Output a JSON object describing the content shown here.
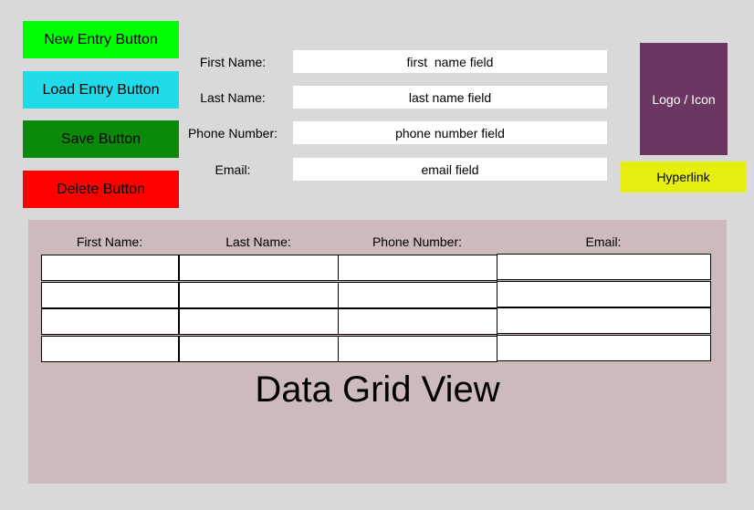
{
  "colors": {
    "background": "#d9d9d9",
    "new_entry": "#00ff00",
    "load_entry": "#22dbe9",
    "save": "#0a890a",
    "delete": "#ff0000",
    "logo": "#6b3762",
    "hyperlink": "#e6ef10",
    "grid_panel": "#cdbbbb"
  },
  "buttons": {
    "new_entry": "New Entry Button",
    "load_entry": "Load Entry Button",
    "save": "Save Button",
    "delete": "Delete Button"
  },
  "form": {
    "first_name": {
      "label": "First Name:",
      "value": "first  name field"
    },
    "last_name": {
      "label": "Last Name:",
      "value": "last name field"
    },
    "phone": {
      "label": "Phone Number:",
      "value": "phone number field"
    },
    "email": {
      "label": "Email:",
      "value": "email field"
    }
  },
  "logo": {
    "label": "Logo / Icon"
  },
  "hyperlink": {
    "label": "Hyperlink"
  },
  "grid": {
    "headers": [
      "First Name:",
      "Last Name:",
      "Phone Number:",
      "Email:"
    ],
    "title": "Data Grid View"
  }
}
